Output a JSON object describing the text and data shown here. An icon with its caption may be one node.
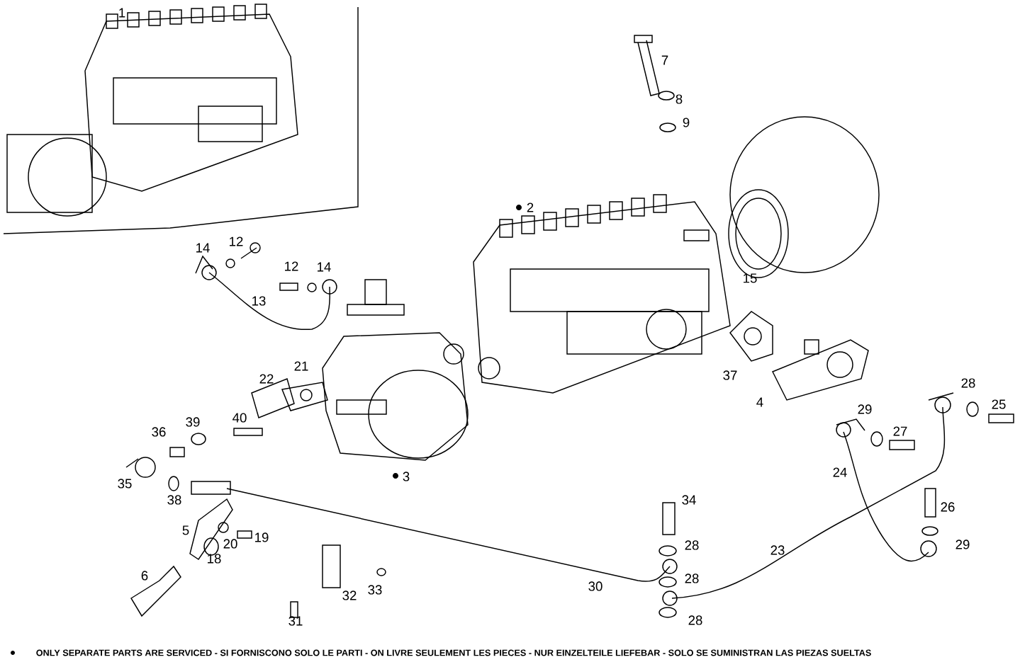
{
  "diagram": {
    "caption": "ONLY SEPARATE PARTS ARE SERVICED - SI FORNISCONO SOLO LE PARTI - ON LIVRE SEULEMENT LES PIECES - NUR EINZELTEILE LIEFEBAR - SOLO SE SUMINISTRAN LAS PIEZAS SUELTAS",
    "labels": [
      "1",
      "7",
      "8",
      "9",
      "2",
      "14",
      "12",
      "12",
      "14",
      "15",
      "13",
      "21",
      "22",
      "37",
      "4",
      "28",
      "39",
      "25",
      "29",
      "36",
      "27",
      "40",
      "35",
      "24",
      "3",
      "38",
      "34",
      "26",
      "5",
      "20",
      "19",
      "28",
      "23",
      "29",
      "18",
      "6",
      "28",
      "30",
      "32",
      "33",
      "31",
      "28"
    ]
  }
}
